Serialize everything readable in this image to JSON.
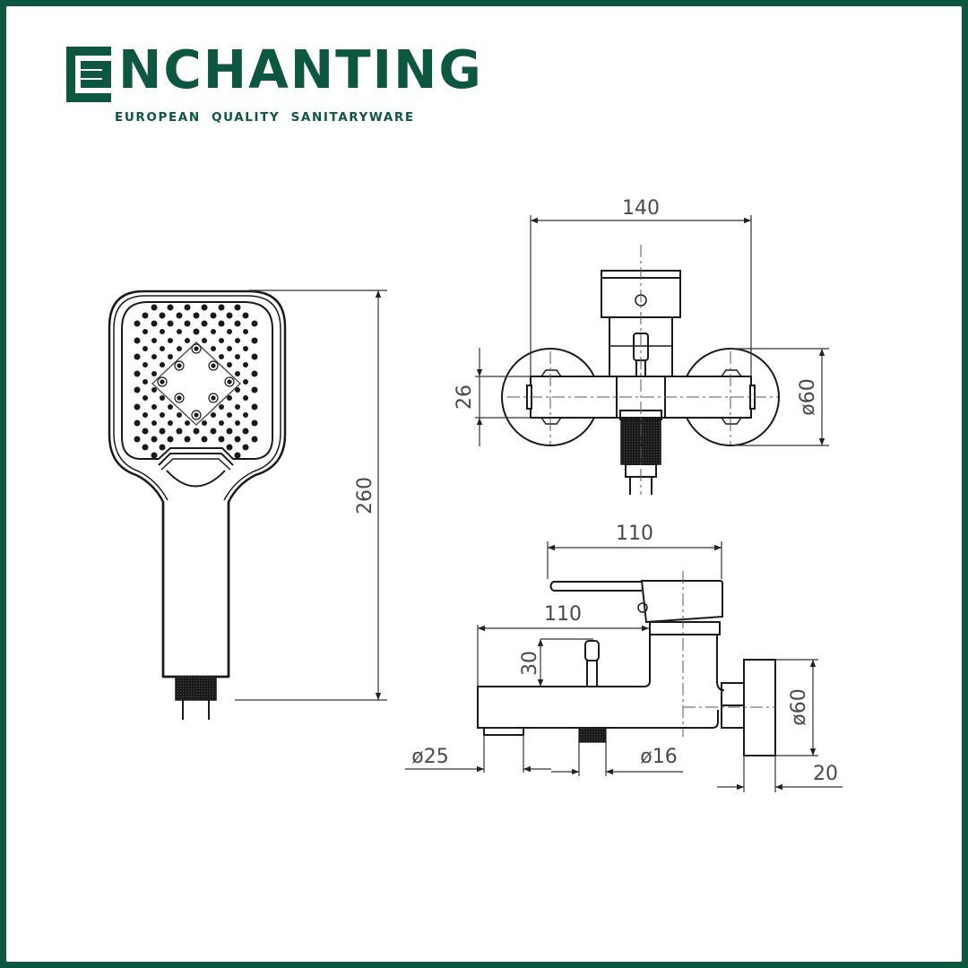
{
  "brand": {
    "name": "NCHANTING",
    "full_name": "ENCHANTING",
    "tagline": "EUROPEAN QUALITY SANITARYWARE",
    "color": "#0d5740"
  },
  "frame": {
    "border_color": "#0d5740"
  },
  "drawings": {
    "hand_shower": {
      "height_label": "260"
    },
    "front_view": {
      "width_label": "140",
      "bar_height_label": "26",
      "flange_diameter_label": "ø60"
    },
    "side_view": {
      "handle_length_label": "110",
      "spout_length_label": "110",
      "diverter_height_label": "30",
      "outlet_diameter_label": "ø25",
      "hose_diameter_label": "ø16",
      "flange_diameter_label": "ø60",
      "flange_depth_label": "20"
    }
  }
}
